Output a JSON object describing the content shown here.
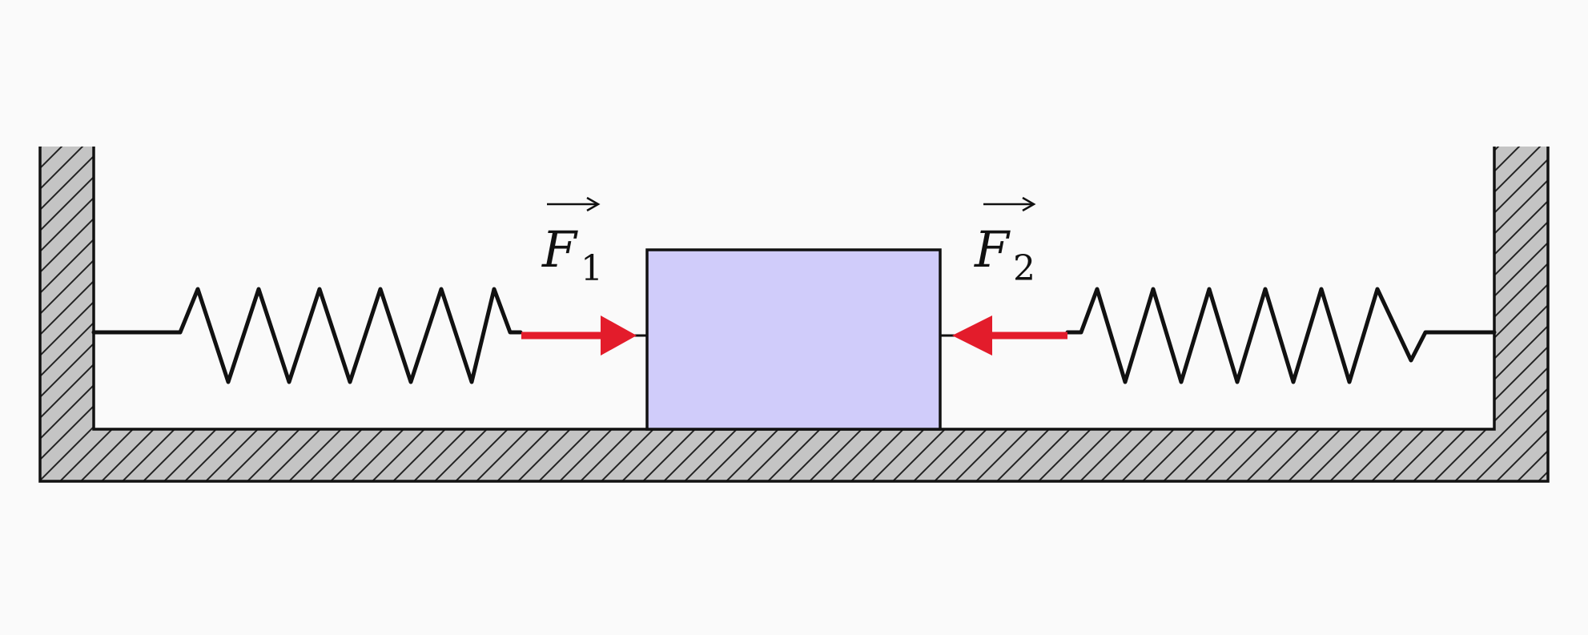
{
  "forces": [
    {
      "id": "f1",
      "symbol": "F",
      "subscript": "1",
      "direction": "right"
    },
    {
      "id": "f2",
      "symbol": "F",
      "subscript": "2",
      "direction": "left"
    }
  ],
  "colors": {
    "background": "#fafafa",
    "outline": "#111111",
    "hatch_fill": "#c4c4c4",
    "block_fill": "#d0ccfa",
    "force_arrow": "#e31c2b"
  }
}
